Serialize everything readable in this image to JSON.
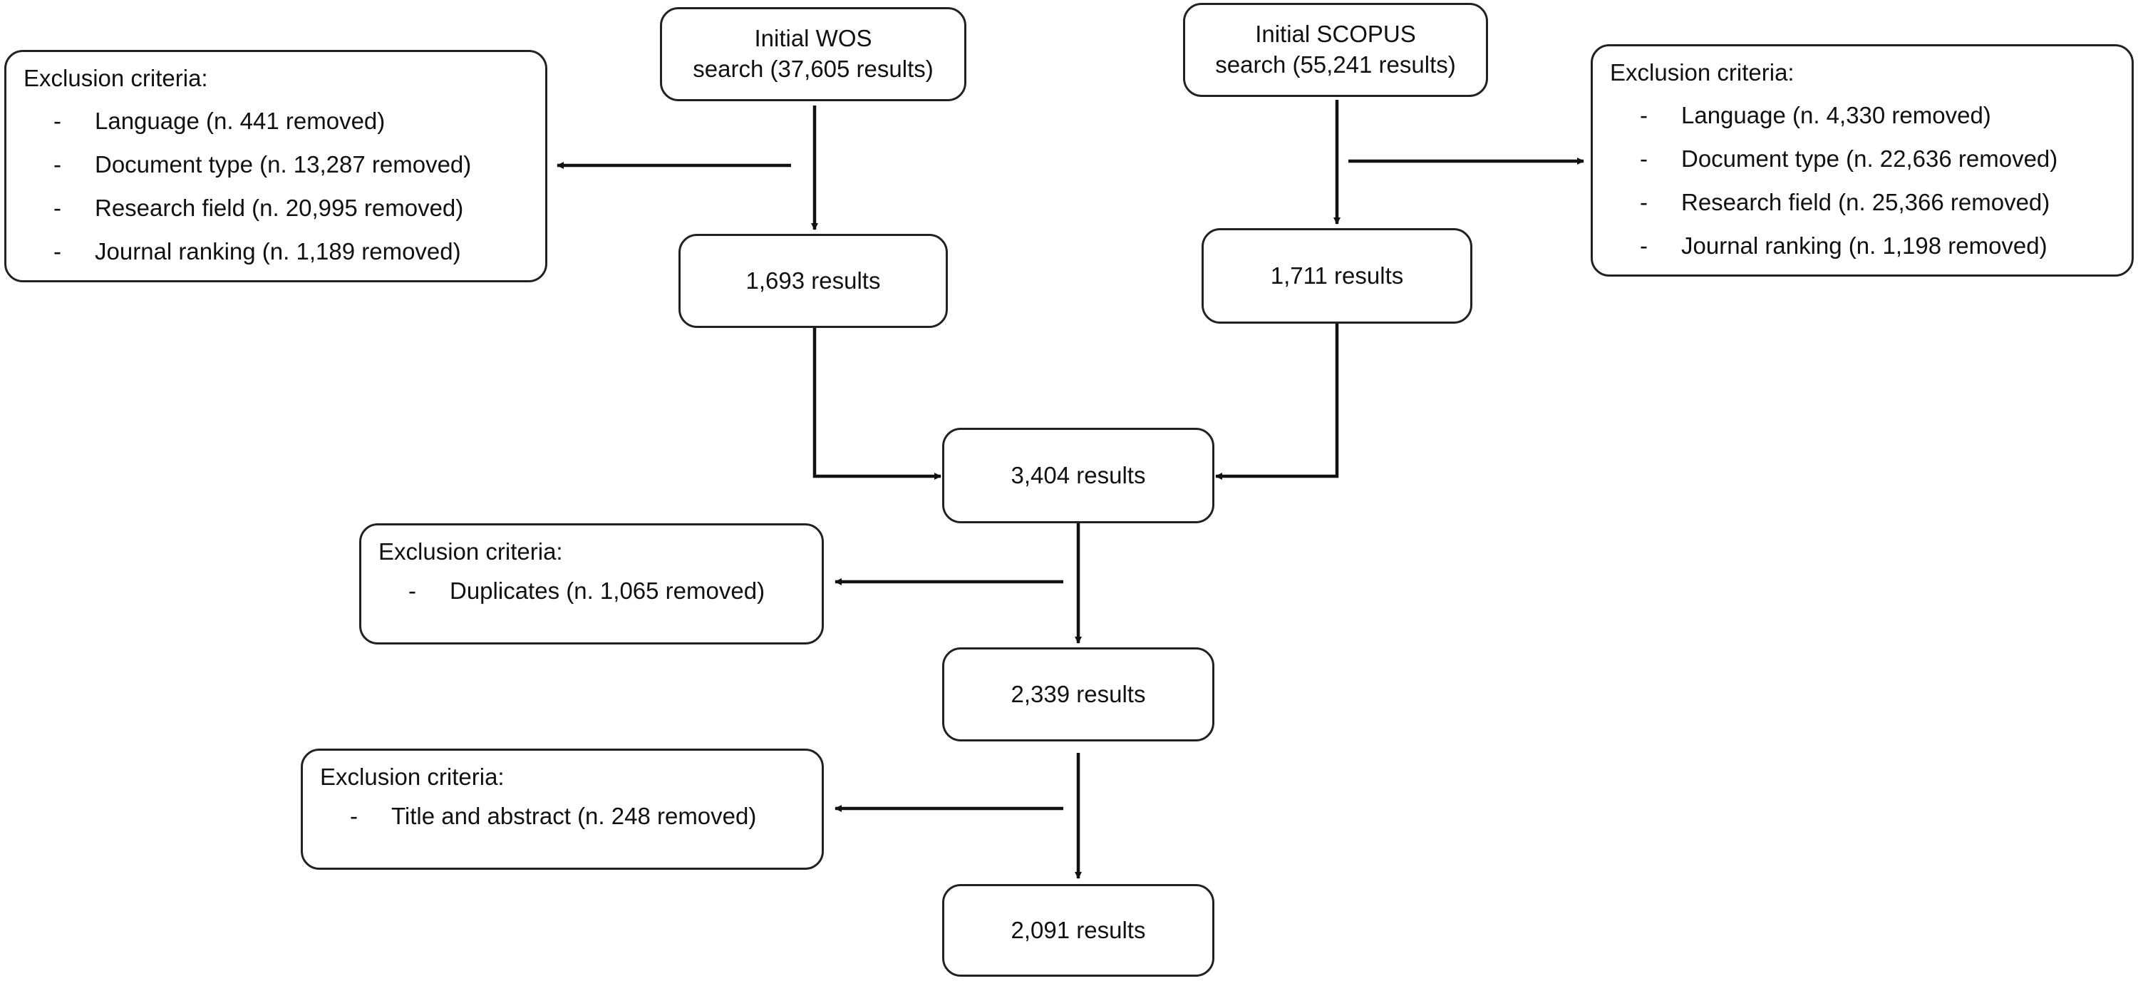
{
  "nodes": {
    "wos_initial": {
      "line1": "Initial WOS",
      "line2": "search (37,605 results)"
    },
    "scopus_initial": {
      "line1": "Initial SCOPUS",
      "line2": "search (55,241 results)"
    },
    "wos_filtered": "1,693 results",
    "scopus_filtered": "1,711 results",
    "merged": "3,404 results",
    "deduplicated": "2,339 results",
    "final": "2,091 results"
  },
  "exclusions": {
    "wos": {
      "title": "Exclusion criteria:",
      "items": [
        "Language (n. 441 removed)",
        "Document type (n. 13,287 removed)",
        "Research field (n. 20,995 removed)",
        "Journal ranking (n. 1,189 removed)"
      ]
    },
    "scopus": {
      "title": "Exclusion criteria:",
      "items": [
        "Language (n. 4,330 removed)",
        "Document type (n. 22,636 removed)",
        "Research field (n. 25,366 removed)",
        "Journal ranking (n. 1,198 removed)"
      ]
    },
    "duplicates": {
      "title": "Exclusion criteria:",
      "items": [
        "Duplicates (n. 1,065 removed)"
      ]
    },
    "title_abstract": {
      "title": "Exclusion criteria:",
      "items": [
        "Title and abstract (n. 248 removed)"
      ]
    }
  },
  "bullet": "-"
}
